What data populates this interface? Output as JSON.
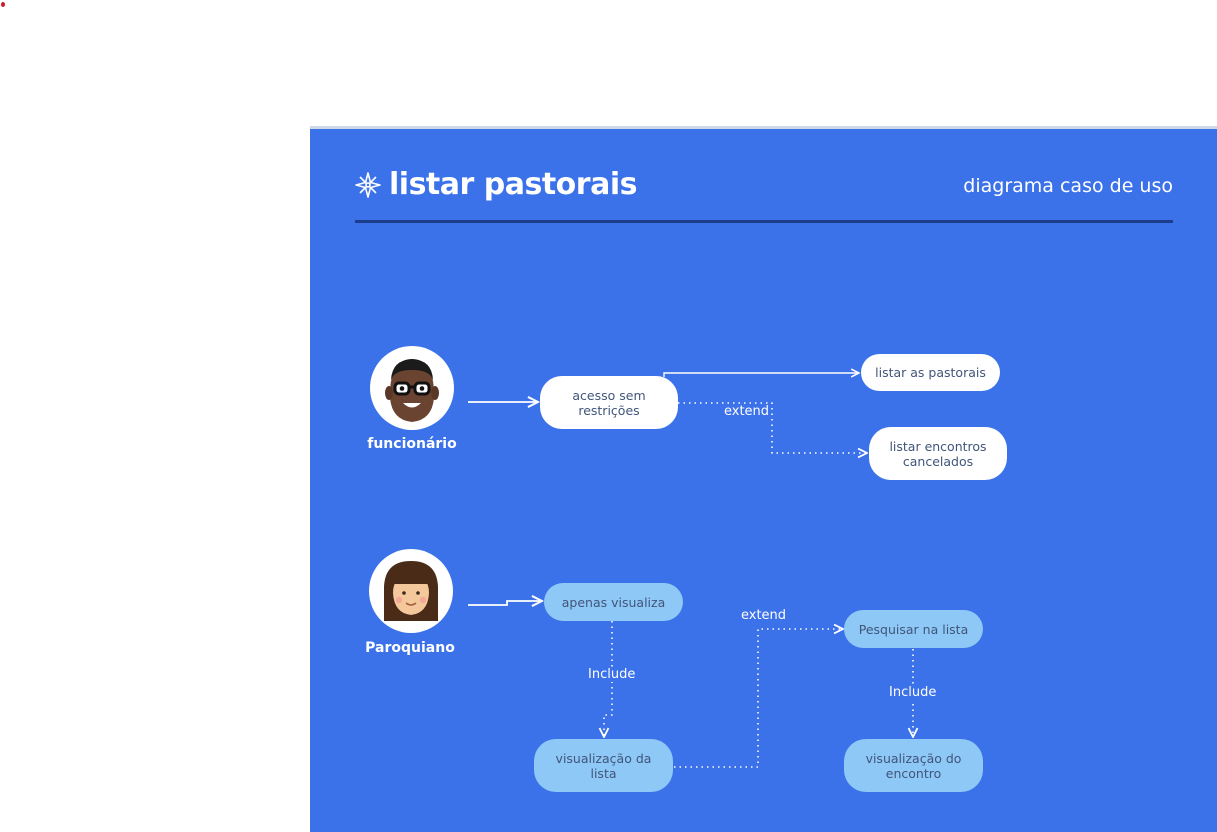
{
  "header": {
    "title": "listar pastorais",
    "subtitle": "diagrama caso de uso",
    "title_icon": "compass-rose-icon"
  },
  "colors": {
    "board_background": "#3b71e9",
    "rule": "#1c3e8a",
    "node_white": "#ffffff",
    "node_light": "#8ec8f6",
    "node_text": "#41557a",
    "edge": "#ffffff"
  },
  "actors": [
    {
      "id": "funcionario",
      "label": "funcionário",
      "avatar": "man-with-glasses-avatar"
    },
    {
      "id": "paroquiano",
      "label": "Paroquiano",
      "avatar": "woman-avatar"
    }
  ],
  "use_cases": {
    "acesso_sem_restricoes": "acesso sem restrições",
    "listar_as_pastorais": "listar as pastorais",
    "listar_encontros_cancelados": "listar encontros cancelados",
    "apenas_visualiza": "apenas visualiza",
    "visualizacao_da_lista": "visualização da lista",
    "pesquisar_na_lista": "Pesquisar na lista",
    "visualizacao_do_encontro": "visualização do encontro"
  },
  "edge_labels": {
    "extend_1": "extend",
    "extend_2": "extend",
    "include_1": "Include",
    "include_2": "Include"
  }
}
